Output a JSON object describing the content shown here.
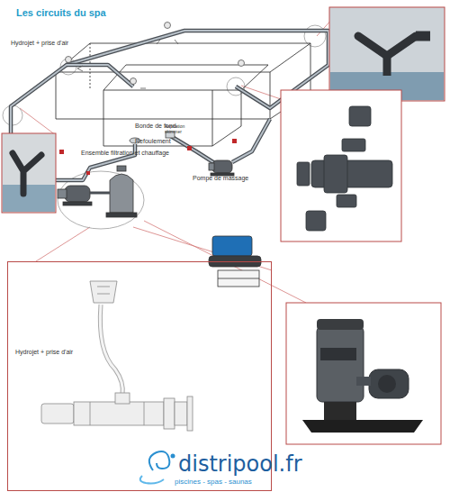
{
  "diagram": {
    "title": "Les circuits du spa",
    "nodes": [
      {
        "text": [
          "Hydrojet + prise d'air"
        ]
      }
    ],
    "labels": [
      "Hydrojet + prise d'air",
      "Bonde de fond",
      "Aspiration skimmer",
      "Refoulement",
      "Ensemble filtration et chauffage",
      "Pompe de massage",
      "distripool.fr",
      "piscines - spas - saunas"
    ]
  }
}
